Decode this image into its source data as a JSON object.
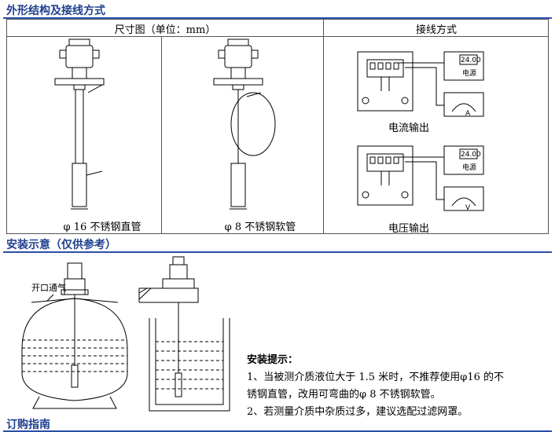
{
  "sections": {
    "structure_title": "外形结构及接线方式",
    "install_title": "安装示意（仅供参考）",
    "order_title": "订购指南"
  },
  "table": {
    "col1_header": "尺寸图（单位：mm）",
    "col2_header": "接线方式",
    "rigid_caption": "φ 16 不锈钢直管",
    "flexible_caption": "φ 8 不锈钢软管",
    "current_caption": "电流输出",
    "voltage_caption": "电压输出"
  },
  "diagram_labels": {
    "vent": "开口通气",
    "supply_value": "24.00",
    "supply_label": "电源",
    "ammeter_label": "A",
    "voltmeter_label": "V"
  },
  "install_tips": {
    "title": "安装提示：",
    "tip1_line1": "1、当被测介质液位大于 1.5 米时，不推荐使用φ16 的不",
    "tip1_line2": "锈钢直管，改用可弯曲的φ 8 不锈钢软管。",
    "tip2": "2、若测量介质中杂质过多，建议选配过滤网罩。"
  },
  "colors": {
    "heading_blue": "#1f3f8f",
    "rule_blue": "#2b4ea8"
  }
}
